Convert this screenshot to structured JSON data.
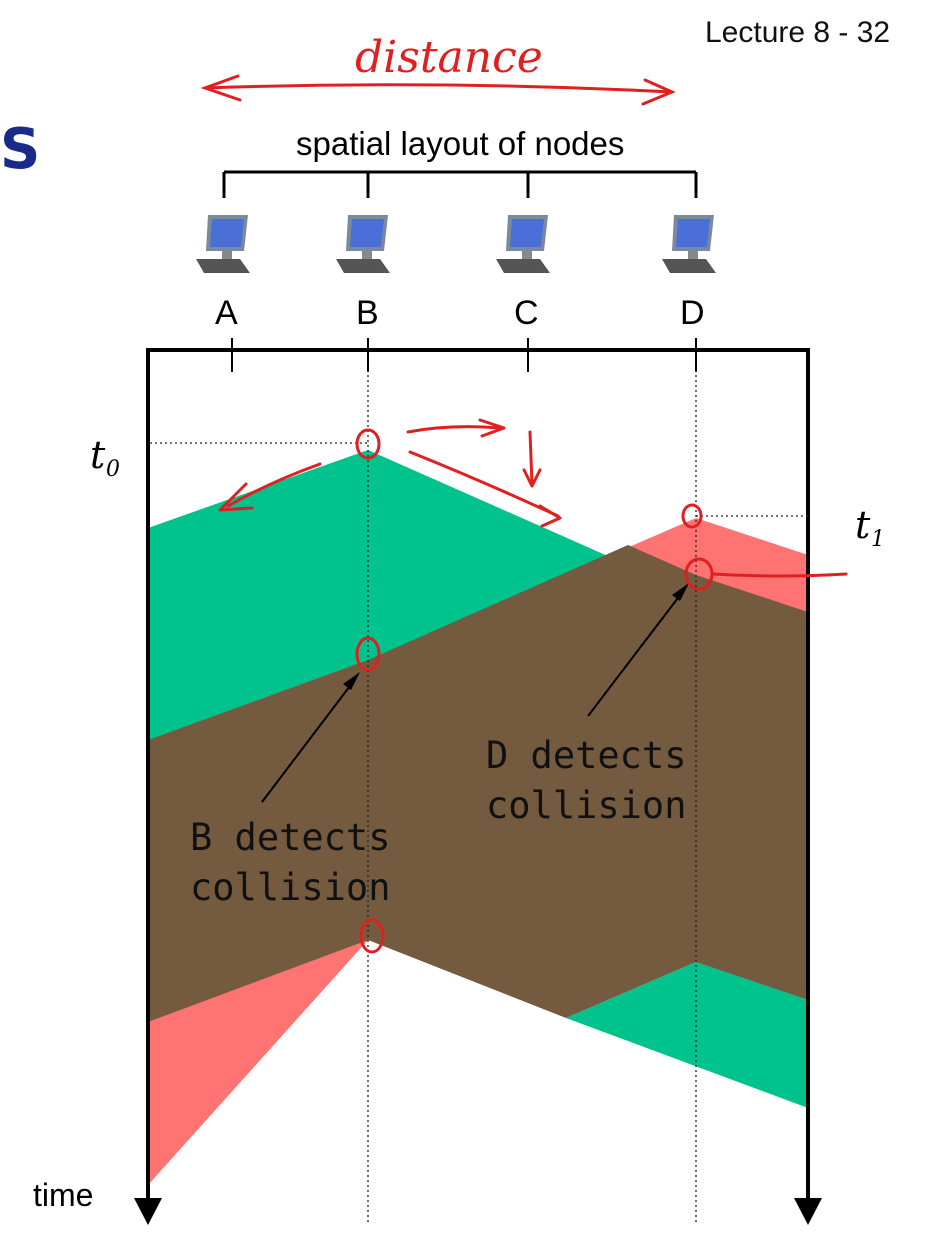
{
  "header": {
    "lecture_label": "Lecture 8 - 32",
    "title_fragment": "S"
  },
  "diagram": {
    "distance_annotation": "distance",
    "layout_label": "spatial layout of nodes",
    "nodes": [
      {
        "label": "A",
        "icon": "computer-icon"
      },
      {
        "label": "B",
        "icon": "computer-icon"
      },
      {
        "label": "C",
        "icon": "computer-icon"
      },
      {
        "label": "D",
        "icon": "computer-icon"
      }
    ],
    "t0_label": "t",
    "t0_sub": "0",
    "t1_label": "t",
    "t1_sub": "1",
    "b_detect_line1": "B detects",
    "b_detect_line2": "collision",
    "d_detect_line1": "D detects",
    "d_detect_line2": "collision",
    "time_label": "time",
    "colors": {
      "green": "#00c28c",
      "red": "#ff7373",
      "overlap": "#745a3e",
      "annotation": "#e02020"
    }
  }
}
